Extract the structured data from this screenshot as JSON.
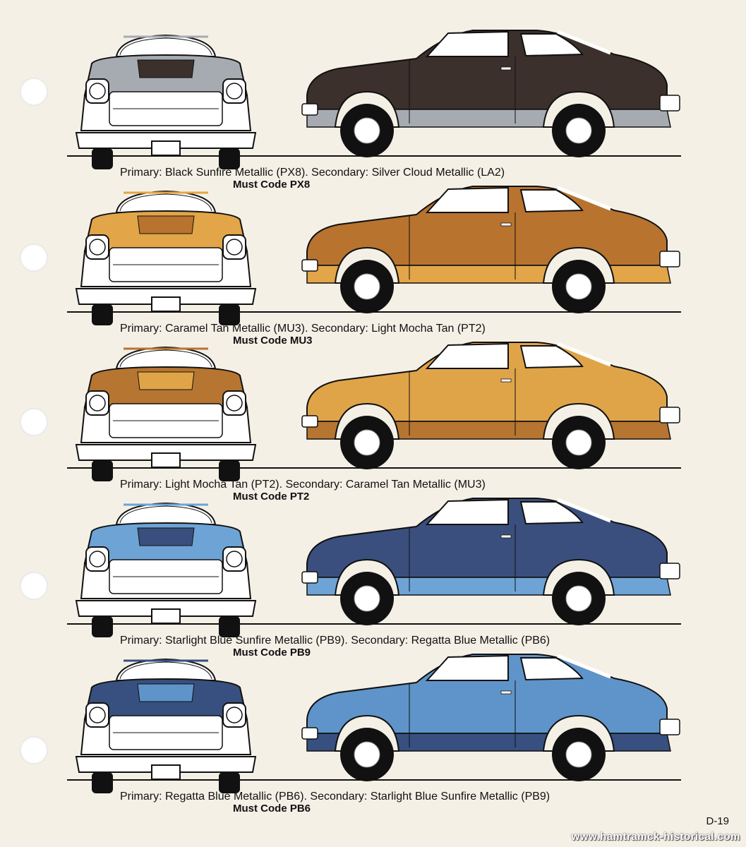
{
  "rows": [
    {
      "caption": "Primary: Black Sunfire Metallic (PX8). Secondary: Silver Cloud Metallic (LA2)",
      "must_code": "Must Code PX8",
      "primary_color": "#3b302b",
      "secondary_color": "#a6abb1"
    },
    {
      "caption": "Primary: Caramel Tan Metallic (MU3). Secondary: Light Mocha Tan (PT2)",
      "must_code": "Must Code MU3",
      "primary_color": "#b8732e",
      "secondary_color": "#e2a548"
    },
    {
      "caption": "Primary: Light Mocha Tan (PT2). Secondary: Caramel Tan Metallic (MU3)",
      "must_code": "Must Code PT2",
      "primary_color": "#e0a448",
      "secondary_color": "#b67530"
    },
    {
      "caption": "Primary: Starlight Blue Sunfire Metallic (PB9). Secondary: Regatta Blue Metallic (PB6)",
      "must_code": "Must Code PB9",
      "primary_color": "#3a4f7d",
      "secondary_color": "#6ea3d6"
    },
    {
      "caption": "Primary: Regatta Blue Metallic (PB6). Secondary: Starlight Blue Sunfire Metallic (PB9)",
      "must_code": "Must Code PB6",
      "primary_color": "#5e94c9",
      "secondary_color": "#37507f"
    }
  ],
  "page_number": "D-19",
  "watermark": "www.hamtramck-historical.com"
}
